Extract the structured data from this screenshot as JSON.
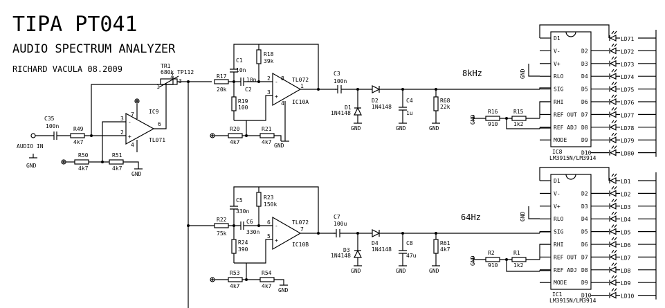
{
  "header": {
    "title": "TIPA PT041",
    "subtitle": "AUDIO SPECTRUM ANALYZER",
    "author": "RICHARD VACULA 08.2009"
  },
  "input": {
    "label": "AUDIO IN",
    "gnd": "GND"
  },
  "components": {
    "TR1": {
      "ref": "TR1",
      "value": "680k TP112",
      "p1": "1",
      "p2": "2",
      "p3": "3"
    },
    "C35": {
      "ref": "C35",
      "value": "100n"
    },
    "R49": {
      "ref": "R49",
      "value": "4k7"
    },
    "R50": {
      "ref": "R50",
      "value": "4k7"
    },
    "R51": {
      "ref": "R51",
      "value": "4k7"
    },
    "IC9": {
      "ref": "IC9",
      "type": "TL071",
      "pins": [
        "7",
        "3",
        "2",
        "6",
        "4"
      ]
    },
    "R17": {
      "ref": "R17",
      "value": "20k"
    },
    "C1": {
      "ref": "C1",
      "value": "10n"
    },
    "C2": {
      "ref": "C2",
      "value": "10n"
    },
    "R18": {
      "ref": "R18",
      "value": "39k"
    },
    "R19": {
      "ref": "R19",
      "value": "100"
    },
    "R20": {
      "ref": "R20",
      "value": "4k7"
    },
    "R21": {
      "ref": "R21",
      "value": "4k7"
    },
    "IC10A": {
      "ref": "IC10A",
      "type": "TL072",
      "pins": [
        "8",
        "2",
        "3",
        "1",
        "4"
      ]
    },
    "C3": {
      "ref": "C3",
      "value": "100n"
    },
    "D1": {
      "ref": "D1",
      "value": "1N4148"
    },
    "D2": {
      "ref": "D2",
      "value": "1N4148"
    },
    "C4": {
      "ref": "C4",
      "value": "1u"
    },
    "R68": {
      "ref": "R68",
      "value": "22k"
    },
    "R16": {
      "ref": "R16",
      "value": "910"
    },
    "R15": {
      "ref": "R15",
      "value": "1k2"
    },
    "R22": {
      "ref": "R22",
      "value": "75k"
    },
    "C5": {
      "ref": "C5",
      "value": "330n"
    },
    "C6": {
      "ref": "C6",
      "value": "330n"
    },
    "R23": {
      "ref": "R23",
      "value": "150k"
    },
    "R24": {
      "ref": "R24",
      "value": "390"
    },
    "R53": {
      "ref": "R53",
      "value": "4k7"
    },
    "R54": {
      "ref": "R54",
      "value": "4k7"
    },
    "IC10B": {
      "ref": "IC10B",
      "type": "TL072",
      "pins": [
        "6",
        "5",
        "7"
      ]
    },
    "C7": {
      "ref": "C7",
      "value": "100u"
    },
    "D3": {
      "ref": "D3",
      "value": "1N4148"
    },
    "D4": {
      "ref": "D4",
      "value": "1N4148"
    },
    "C8": {
      "ref": "C8",
      "value": "47u"
    },
    "R61": {
      "ref": "R61",
      "value": "4k7"
    },
    "R2": {
      "ref": "R2",
      "value": "910"
    },
    "R1": {
      "ref": "R1",
      "value": "1k2"
    }
  },
  "gnd": "GND",
  "channels": [
    {
      "freq": "8kHz",
      "ic_ref": "IC8",
      "ic_type": "LM3915N/LM3914",
      "left_pins": [
        "D1",
        "V-",
        "V+",
        "RLO",
        "SIG",
        "RHI",
        "REF OUT",
        "REF ADJ",
        "MODE"
      ],
      "right_pins": [
        "D2",
        "D3",
        "D4",
        "D5",
        "D6",
        "D7",
        "D8",
        "D9",
        "D10"
      ],
      "leds": [
        "LD71",
        "LD72",
        "LD73",
        "LD74",
        "LD75",
        "LD76",
        "LD77",
        "LD78",
        "LD79",
        "LD80"
      ]
    },
    {
      "freq": "64Hz",
      "ic_ref": "IC1",
      "ic_type": "LM3915N/LM3914",
      "left_pins": [
        "D1",
        "V-",
        "V+",
        "RLO",
        "SIG",
        "RHI",
        "REF OUT",
        "REF ADJ",
        "MODE"
      ],
      "right_pins": [
        "D2",
        "D3",
        "D4",
        "D5",
        "D6",
        "D7",
        "D8",
        "D9",
        "D10"
      ],
      "leds": [
        "LD1",
        "LD2",
        "LD3",
        "LD4",
        "LD5",
        "LD6",
        "LD7",
        "LD8",
        "LD9",
        "LD10"
      ]
    }
  ]
}
